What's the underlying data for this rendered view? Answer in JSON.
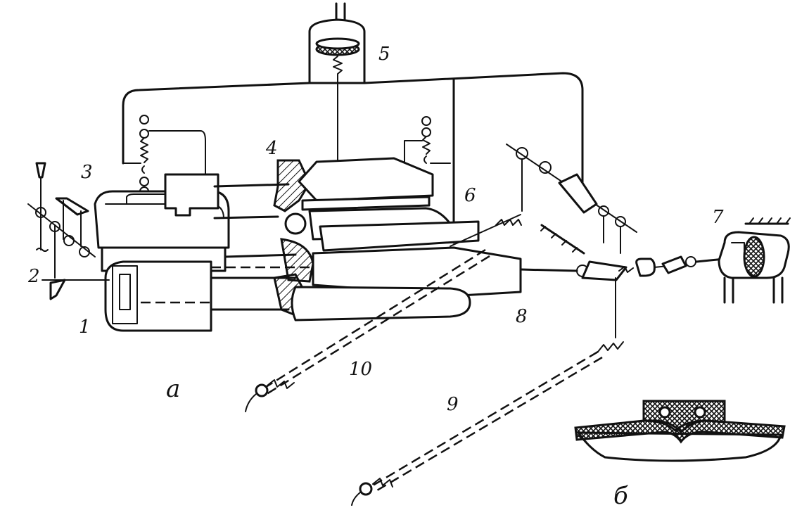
{
  "labels": {
    "n1": "1",
    "n2": "2",
    "n3": "3",
    "n4": "4",
    "n5": "5",
    "n6": "6",
    "n7": "7",
    "n8": "8",
    "n9": "9",
    "n10": "10",
    "view_a": "a",
    "view_b": "б"
  },
  "colors": {
    "ink": "#111111",
    "paper": "#ffffff"
  }
}
